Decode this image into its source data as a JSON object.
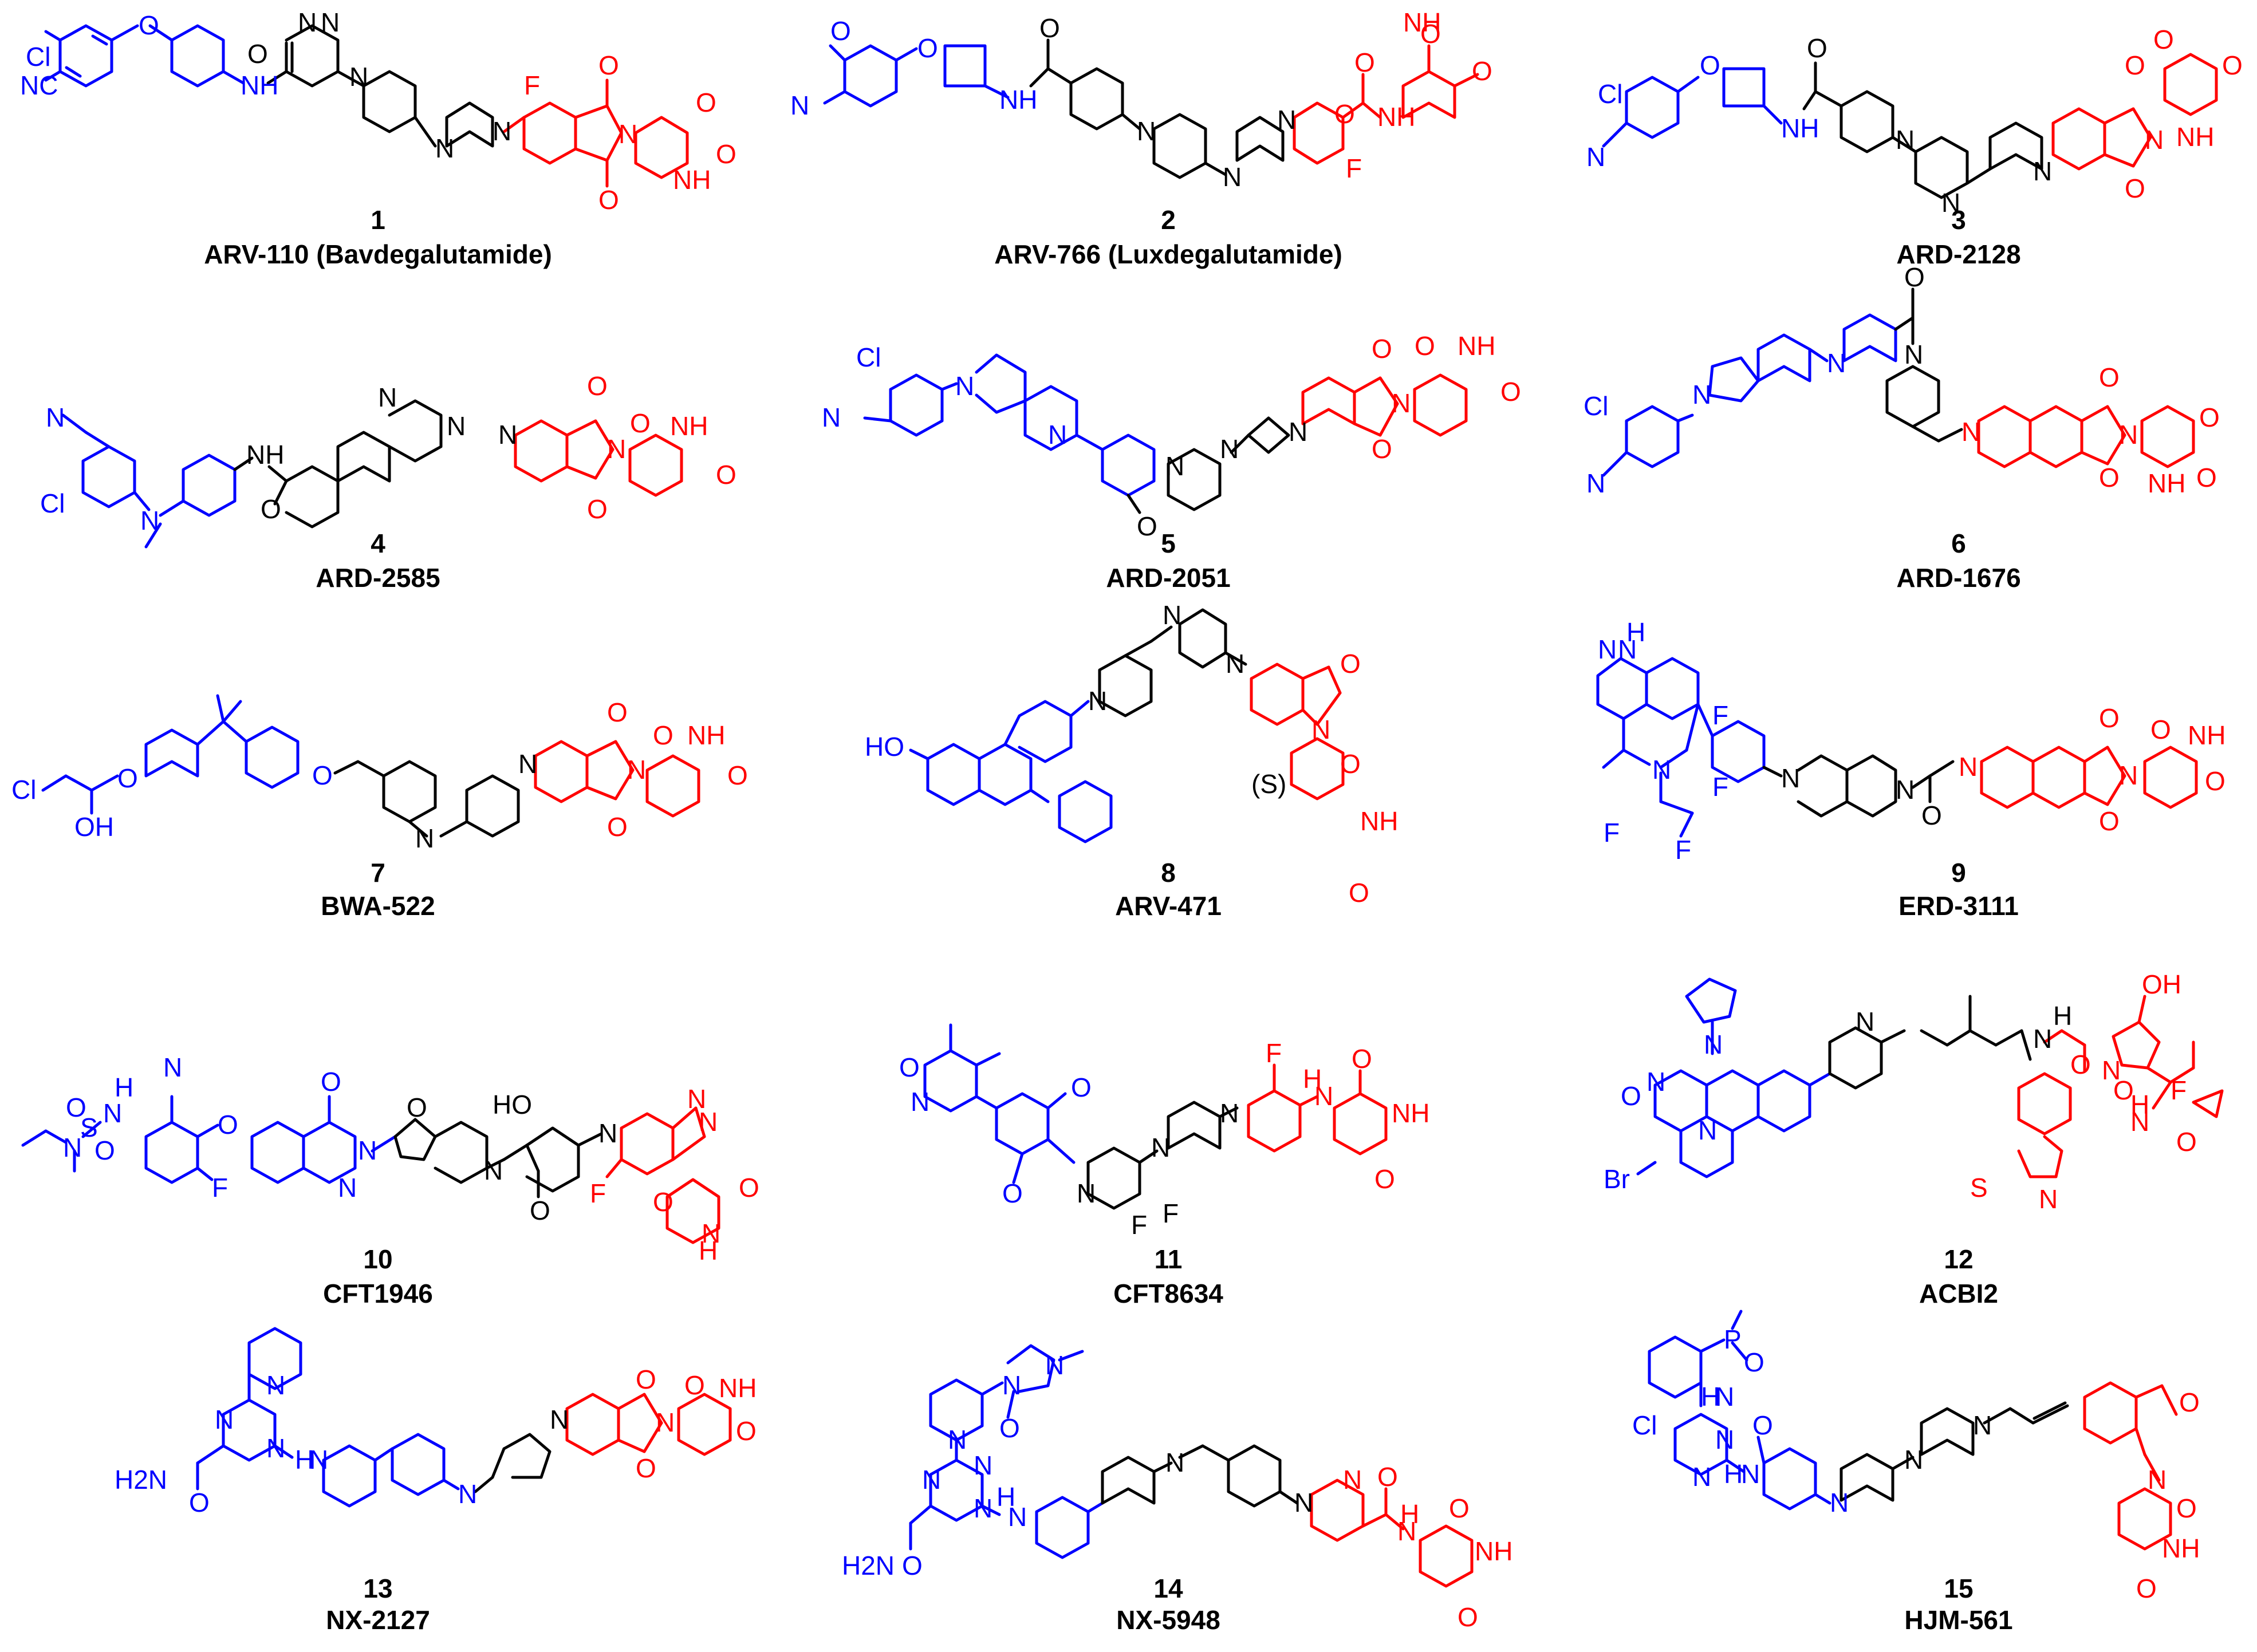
{
  "colors": {
    "warhead": "#0000FF",
    "linker": "#000000",
    "e3_ligand": "#FF0000"
  },
  "compounds": [
    {
      "number": "1",
      "code": "ARV-110 (Bavdegalutamide)"
    },
    {
      "number": "2",
      "code": "ARV-766 (Luxdegalutamide)"
    },
    {
      "number": "3",
      "code": "ARD-2128"
    },
    {
      "number": "4",
      "code": "ARD-2585"
    },
    {
      "number": "5",
      "code": "ARD-2051"
    },
    {
      "number": "6",
      "code": "ARD-1676"
    },
    {
      "number": "7",
      "code": "BWA-522"
    },
    {
      "number": "8",
      "code": "ARV-471"
    },
    {
      "number": "9",
      "code": "ERD-3111"
    },
    {
      "number": "10",
      "code": "CFT1946"
    },
    {
      "number": "11",
      "code": "CFT8634"
    },
    {
      "number": "12",
      "code": "ACBI2"
    },
    {
      "number": "13",
      "code": "NX-2127"
    },
    {
      "number": "14",
      "code": "NX-5948"
    },
    {
      "number": "15",
      "code": "HJM-561"
    }
  ],
  "atom_labels": {
    "c1": [
      "Cl",
      "NC",
      "O",
      "O",
      "NH",
      "N",
      "N",
      "N",
      "N",
      "N",
      "F",
      "O",
      "O",
      "N",
      "O",
      "NH",
      "O"
    ],
    "c2": [
      "O",
      "O",
      "N",
      "O",
      "NH",
      "N",
      "N",
      "N",
      "O",
      "O",
      "NH",
      "NH",
      "O",
      "O",
      "F"
    ],
    "c3": [
      "Cl",
      "O",
      "N",
      "NH",
      "O",
      "N",
      "N",
      "N",
      "O",
      "O",
      "N",
      "O",
      "NH",
      "O"
    ],
    "c4": [
      "N",
      "Cl",
      "N",
      "NH",
      "O",
      "N",
      "N",
      "N",
      "O",
      "O",
      "N",
      "O",
      "NH",
      "O"
    ],
    "c5": [
      "Cl",
      "N",
      "N",
      "N",
      "O",
      "N",
      "N",
      "N",
      "O",
      "O",
      "N",
      "O",
      "NH",
      "O"
    ],
    "c6": [
      "Cl",
      "N",
      "N",
      "N",
      "O",
      "N",
      "N",
      "O",
      "O",
      "N",
      "O",
      "NH",
      "O"
    ],
    "c7": [
      "Cl",
      "OH",
      "O",
      "O",
      "N",
      "N",
      "O",
      "O",
      "N",
      "O",
      "NH",
      "O"
    ],
    "c8": [
      "HO",
      "N",
      "N",
      "N",
      "O",
      "N",
      "(S)",
      "O",
      "NH",
      "O"
    ],
    "c9": [
      "N",
      "N",
      "H",
      "F",
      "F",
      "N",
      "F",
      "F",
      "N",
      "N",
      "O",
      "N",
      "O",
      "O",
      "N",
      "O",
      "NH",
      "O"
    ],
    "c10": [
      "N",
      "N",
      "S",
      "O",
      "O",
      "H",
      "N",
      "O",
      "F",
      "O",
      "N",
      "N",
      "O",
      "HO",
      "N",
      "O",
      "N",
      "N",
      "N",
      "F",
      "O",
      "N",
      "H",
      "O"
    ],
    "c11": [
      "O",
      "N",
      "O",
      "O",
      "N",
      "F",
      "F",
      "N",
      "N",
      "F",
      "N",
      "H",
      "O",
      "NH",
      "O"
    ],
    "c12": [
      "N",
      "N",
      "N",
      "O",
      "Br",
      "N",
      "N",
      "H",
      "N",
      "O",
      "OH",
      "O",
      "N",
      "H",
      "F",
      "O",
      "S",
      "N"
    ],
    "c13": [
      "N",
      "N",
      "N",
      "H2N",
      "O",
      "H",
      "N",
      "N",
      "N",
      "O",
      "O",
      "N",
      "O",
      "NH",
      "O"
    ],
    "c14": [
      "N",
      "N",
      "O",
      "N",
      "N",
      "N",
      "N",
      "H2N",
      "O",
      "H",
      "N",
      "N",
      "N",
      "N",
      "O",
      "H",
      "N",
      "O",
      "NH",
      "O"
    ],
    "c15": [
      "P",
      "O",
      "H",
      "N",
      "Cl",
      "N",
      "N",
      "O",
      "N",
      "H",
      "N",
      "N",
      "N",
      "O",
      "N",
      "O",
      "O",
      "NH"
    ]
  }
}
